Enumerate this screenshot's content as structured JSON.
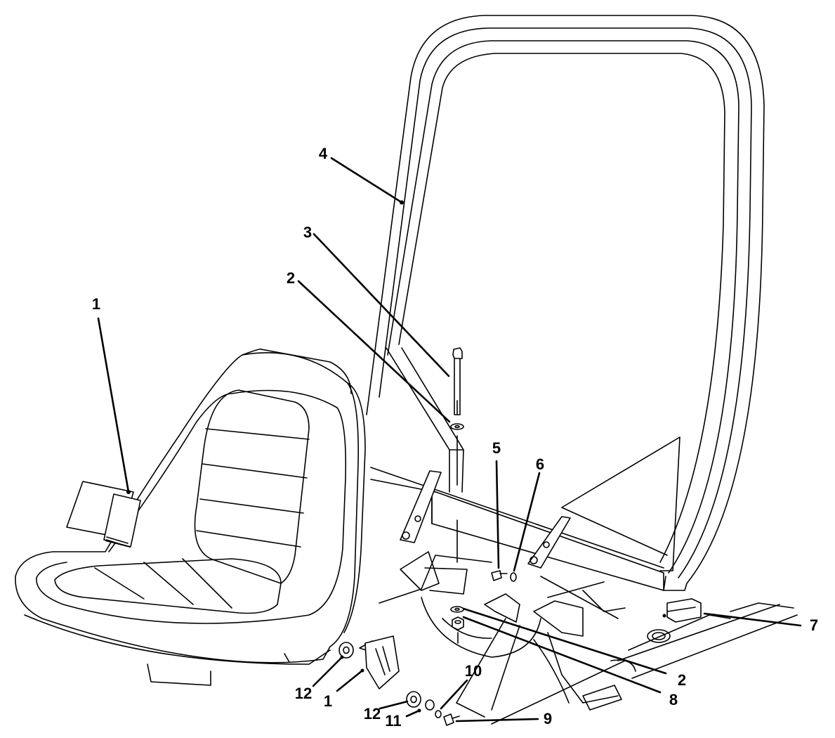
{
  "callouts": {
    "c1_top": "1",
    "c2_top": "2",
    "c3": "3",
    "c4": "4",
    "c5": "5",
    "c6": "6",
    "c7": "7",
    "c8": "8",
    "c2_right": "2",
    "c9": "9",
    "c10": "10",
    "c11": "11",
    "c12_left": "12",
    "c1_bottom": "1",
    "c12_bottom": "12"
  }
}
